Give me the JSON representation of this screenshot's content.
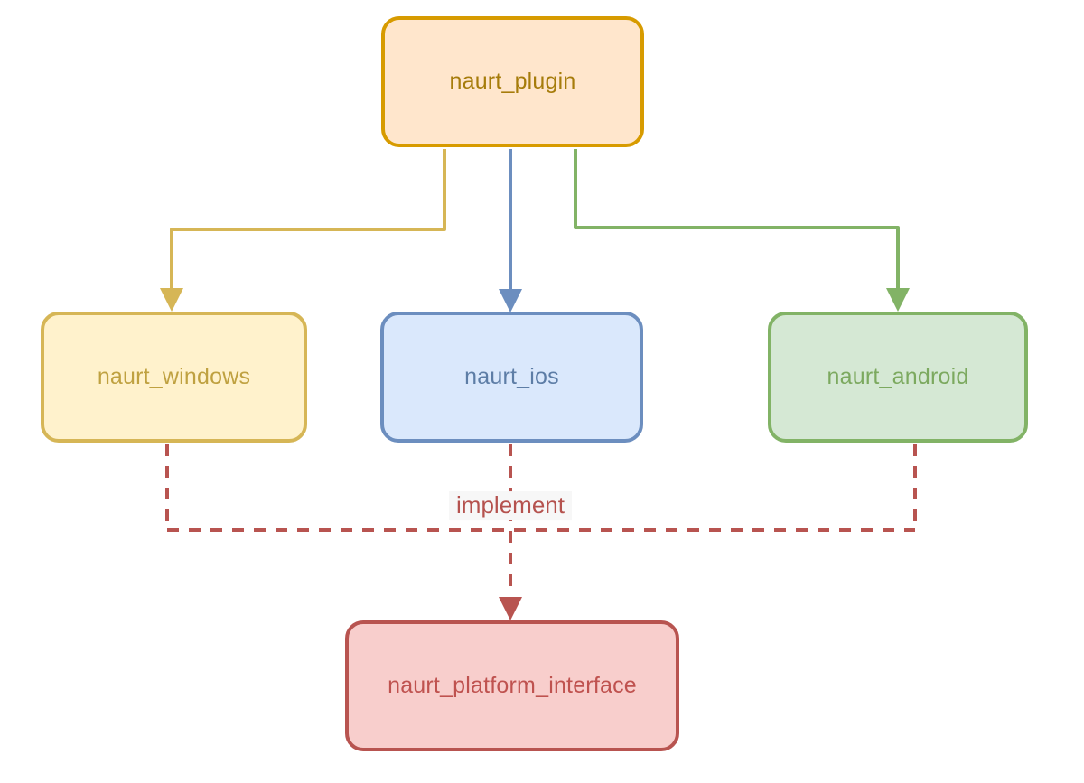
{
  "diagram": {
    "background": "#FFFFFF",
    "nodes": [
      {
        "id": "naurt_plugin",
        "label": "naurt_plugin",
        "fill": "#FFE6CC",
        "stroke": "#D79B00",
        "text_color": "#A67C0B"
      },
      {
        "id": "naurt_windows",
        "label": "naurt_windows",
        "fill": "#FFF2CC",
        "stroke": "#D6B656",
        "text_color": "#BFA140"
      },
      {
        "id": "naurt_ios",
        "label": "naurt_ios",
        "fill": "#DAE8FC",
        "stroke": "#6C8EBF",
        "text_color": "#5D7DA6"
      },
      {
        "id": "naurt_android",
        "label": "naurt_android",
        "fill": "#D5E8D4",
        "stroke": "#82B366",
        "text_color": "#7CA95F"
      },
      {
        "id": "naurt_platform_interface",
        "label": "naurt_platform_interface",
        "fill": "#F8CECC",
        "stroke": "#B85450",
        "text_color": "#BF524F"
      }
    ],
    "edges": {
      "plugin_to_windows": {
        "from": "naurt_plugin",
        "to": "naurt_windows",
        "style": "solid-arrow",
        "color": "#D6B656"
      },
      "plugin_to_ios": {
        "from": "naurt_plugin",
        "to": "naurt_ios",
        "style": "solid-arrow",
        "color": "#6C8EBF"
      },
      "plugin_to_android": {
        "from": "naurt_plugin",
        "to": "naurt_android",
        "style": "solid-arrow",
        "color": "#82B366"
      },
      "implement": {
        "from": [
          "naurt_windows",
          "naurt_ios",
          "naurt_android"
        ],
        "to": "naurt_platform_interface",
        "style": "dashed-arrow",
        "color": "#B85450",
        "label": "implement",
        "label_color": "#B5524E",
        "label_background": "#F7F7F7"
      }
    }
  }
}
